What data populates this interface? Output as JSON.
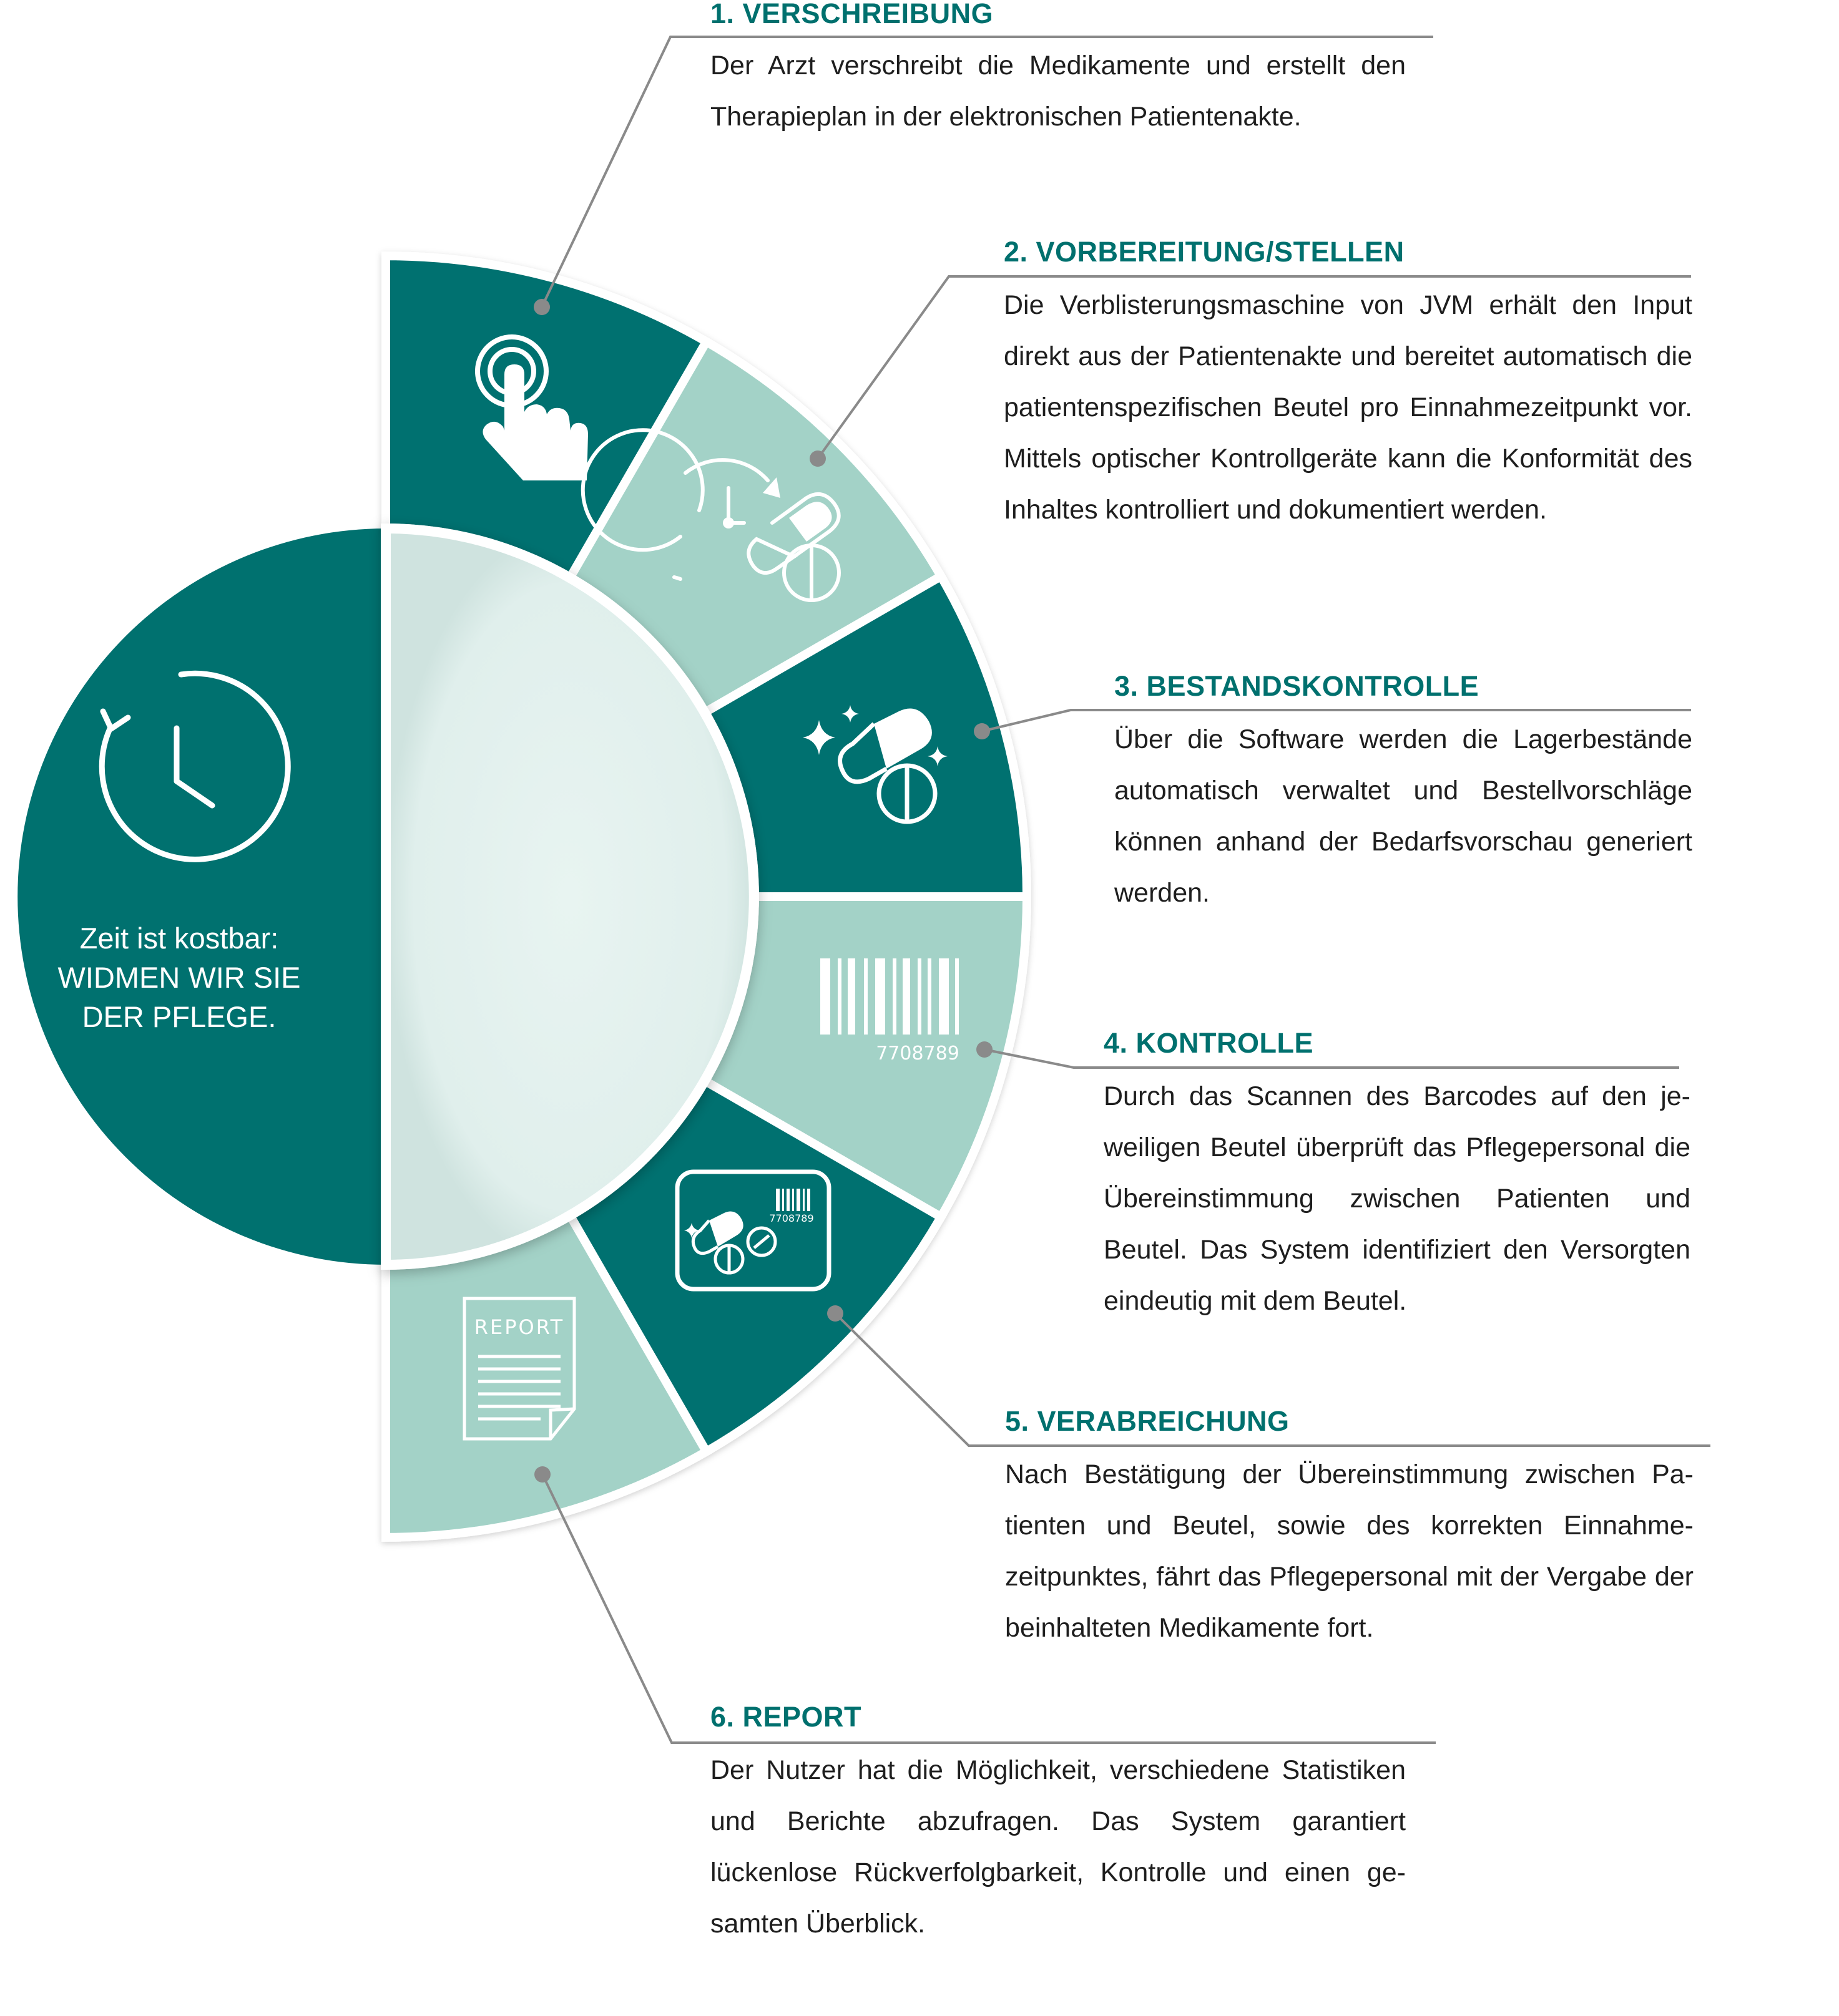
{
  "center": {
    "line1": "Zeit ist kostbar:",
    "line2": "WIDMEN WIR SIE",
    "line3": "DER PFLEGE."
  },
  "segments": [
    {
      "name": "segment-1-verschreibung",
      "icon": "touch-hand-icon",
      "color": "#00716f"
    },
    {
      "name": "segment-2-vorbereitung",
      "icon": "clock-pills-icon",
      "color": "#a3d2c7"
    },
    {
      "name": "segment-3-bestandskontrolle",
      "icon": "sparkle-pills-icon",
      "color": "#00716f"
    },
    {
      "name": "segment-4-kontrolle",
      "icon": "barcode-icon",
      "color": "#a3d2c7"
    },
    {
      "name": "segment-5-verabreichung",
      "icon": "scan-card-icon",
      "color": "#00716f"
    },
    {
      "name": "segment-6-report",
      "icon": "report-document-icon",
      "color": "#a3d2c7"
    }
  ],
  "icons": {
    "barcode_number": "7708789",
    "card_barcode_number": "7708789",
    "report_label": "REPORT"
  },
  "steps": [
    {
      "title": "1. VERSCHREIBUNG",
      "text": "Der Arzt verschreibt die Medikamente und erstellt den Therapieplan in der elektronischen Patientenakte."
    },
    {
      "title": "2. VORBEREITUNG/STELLEN",
      "text": "Die Verblisterungsmaschine von JVM erhält den Input direkt aus der Patientenakte und bereitet automatisch die patientenspezifischen Beutel pro Einnahmezeitpunkt vor. Mittels optischer Kontrollgeräte kann die Konformi­tät des Inhaltes kontrolliert und dokumentiert werden."
    },
    {
      "title": "3.  BESTANDSKONTROLLE",
      "text": "Über die Software werden die Lagerbestände automatisch verwaltet und Bestellvorschläge können anhand der Bedarfsvorschau gene­riert werden."
    },
    {
      "title": "4. KONTROLLE",
      "text": "Durch das Scannen des Barcodes auf den je­weiligen Beutel überprüft das Pflegepersonal die Übereinstimmung zwischen Patienten und Beutel. Das System identifiziert den Versorg­ten eindeutig mit dem Beutel."
    },
    {
      "title": "5. VERABREICHUNG",
      "text": "Nach Bestätigung der Übereinstimmung zwischen Pa­tienten und Beutel, sowie des korrekten Einnahme­zeitpunktes, fährt das Pflegepersonal mit der Vergabe der beinhalteten Medikamente fort."
    },
    {
      "title": "6. REPORT",
      "text": "Der Nutzer hat die Möglichkeit, verschiedene Statis­tiken und Berichte abzufragen. Das System garantiert lückenlose Rückverfolgbarkeit, Kontrolle und einen ge­samten Überblick."
    }
  ],
  "colors": {
    "teal_dark": "#00716f",
    "teal_light": "#a3d2c7",
    "disc_light": "#e1f0ed",
    "heading": "#00706e",
    "connector": "#8a8a8a"
  }
}
